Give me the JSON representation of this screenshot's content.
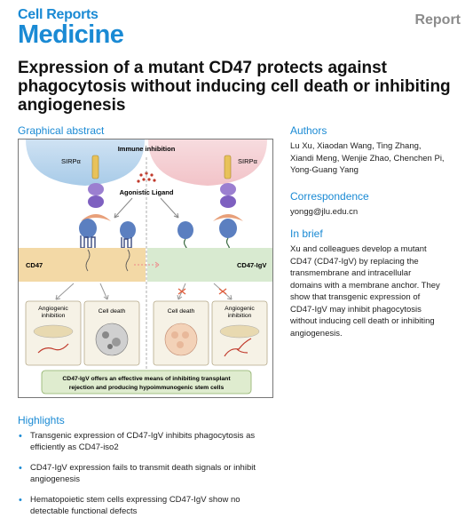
{
  "header": {
    "journal_line1": "Cell Reports",
    "journal_line2": "Medicine",
    "article_type": "Report"
  },
  "title": "Expression of a mutant CD47 protects against phagocytosis without inducing cell death or inhibiting angiogenesis",
  "graphical_abstract": {
    "heading": "Graphical abstract",
    "immune_inhibition": "Immune inhibition",
    "sirpa_left": "SIRPα",
    "sirpa_right": "SIRPα",
    "agonistic_ligand": "Agonistic Ligand",
    "cd47_label": "CD47",
    "cd47_igv_label": "CD47-IgV",
    "left_box1": [
      "Angiogenic",
      "inhibition"
    ],
    "left_box2": "Cell death",
    "right_box1": "Cell death",
    "right_box2": [
      "Angiogenic",
      "inhibition"
    ],
    "conclusion": [
      "CD47-IgV offers an effective means of inhibiting transplant",
      "rejection and producing hypoimmunogenic stem cells"
    ]
  },
  "authors": {
    "heading": "Authors",
    "names": [
      "Lu Xu, Xiaodan Wang, Ting Zhang,",
      "Xiandi Meng, Wenjie Zhao, Chenchen Pi,",
      "Yong-Guang Yang"
    ]
  },
  "correspondence": {
    "heading": "Correspondence",
    "email": "yongg@jlu.edu.cn"
  },
  "in_brief": {
    "heading": "In brief",
    "lines": [
      "Xu and colleagues develop a mutant",
      "CD47 (CD47-IgV) by replacing the",
      "transmembrane and intracellular",
      "domains with a membrane anchor. They",
      "show that transgenic expression of",
      "CD47-IgV may inhibit phagocytosis",
      "without inducing cell death or inhibiting",
      "angiogenesis."
    ]
  },
  "highlights": {
    "heading": "Highlights",
    "items": [
      [
        "Transgenic expression of CD47-IgV inhibits phagocytosis as",
        "efficiently as CD47-iso2"
      ],
      [
        "CD47-IgV expression fails to transmit death signals or inhibit",
        "angiogenesis"
      ],
      [
        "Hematopoietic stem cells expressing CD47-IgV show no",
        "detectable functional defects"
      ]
    ]
  },
  "colors": {
    "accent_blue": "#1a8ad4",
    "report_gray": "#8c8c8c",
    "macrophage_left": "#a8cbe8",
    "macrophage_right": "#f2c3c8",
    "cell_membrane_left": "#f3d9a6",
    "cell_membrane_right": "#d8ead0",
    "conclusion_fill": "#dfeccf"
  }
}
